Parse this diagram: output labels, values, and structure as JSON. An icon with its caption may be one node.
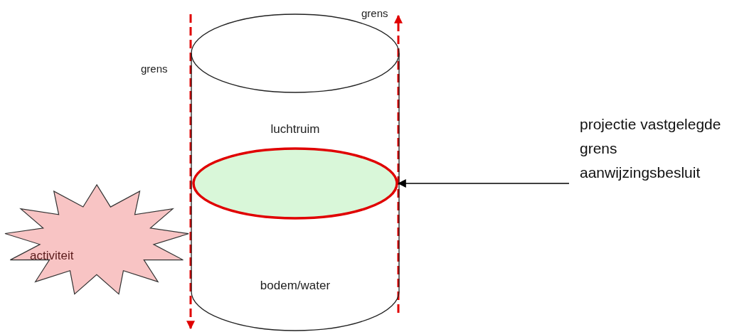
{
  "diagram": {
    "nodes": [
      {
        "text": [
          "luchtruim",
          "bodem/water"
        ]
      },
      {
        "text": [],
        "shape": "ellipse",
        "in": 0
      },
      {
        "text": [
          "activiteit"
        ]
      },
      {
        "text": [
          "projectie vastgelegde grens aanwijzingsbesluit"
        ]
      }
    ],
    "edges": [
      {
        "from": 3,
        "to": 1,
        "arrow": "to"
      }
    ],
    "labels": [
      "grens",
      "grens"
    ]
  }
}
